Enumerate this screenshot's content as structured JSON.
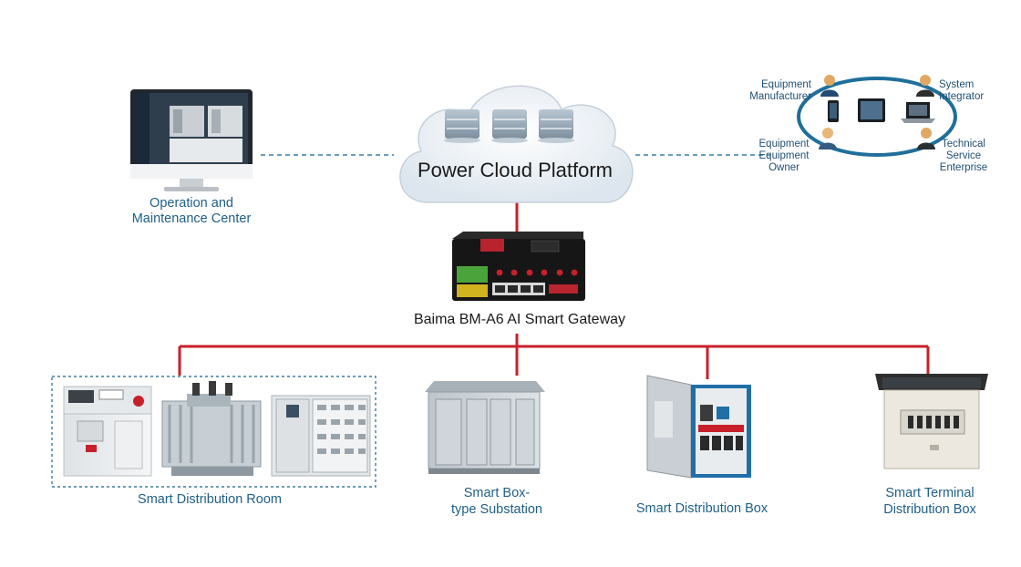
{
  "cloud": {
    "title": "Power Cloud Platform"
  },
  "gateway": {
    "name": "Baima BM-A6 AI Smart Gateway"
  },
  "om_center": {
    "label": "Operation and\nMaintenance Center"
  },
  "stakeholders": {
    "equipment_manufacturer": "Equipment\nManufacturer",
    "system_integrator": "System\nIntegrator",
    "equipment_owner": "Equipment\nEquipment\nOwner",
    "technical_service": "Technical\nService\nEnterprise"
  },
  "sites": [
    {
      "label": "Smart Distribution Room"
    },
    {
      "label": "Smart Box-\ntype Substation"
    },
    {
      "label": "Smart Distribution Box"
    },
    {
      "label": "Smart Terminal\nDistribution Box"
    }
  ],
  "colors": {
    "link_red": "#c8202a",
    "dashed_link": "#3a7ea8",
    "label_blue": "#1f5f86",
    "ring_blue": "#1f6f9b"
  }
}
